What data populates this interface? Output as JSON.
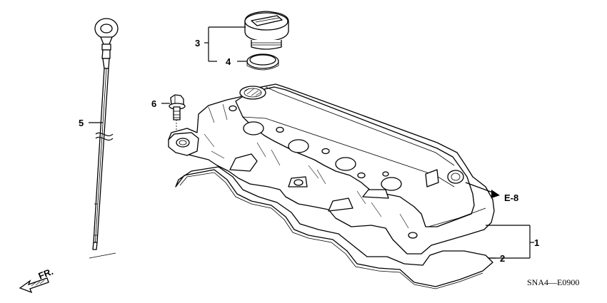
{
  "callouts": {
    "c1": "1",
    "c2": "2",
    "c3": "3",
    "c4": "4",
    "c5": "5",
    "c6": "6"
  },
  "ref_label": "E-8",
  "direction_label": "FR.",
  "diagram_code": "SNA4—E0900"
}
